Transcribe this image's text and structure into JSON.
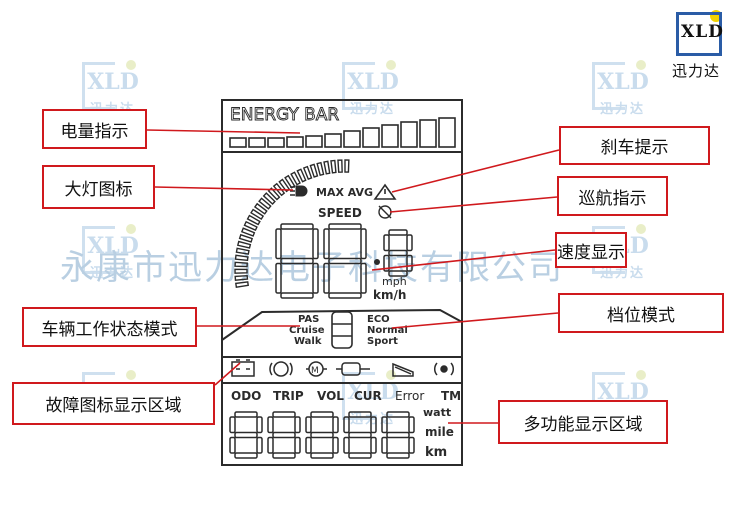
{
  "logo": {
    "mark": "XLD",
    "name_cn": "迅力达"
  },
  "watermark": {
    "mark": "XLD",
    "name_cn": "迅力达",
    "company": "永康市迅力达电子科技有限公司"
  },
  "labels": {
    "energy_bar": "电量指示",
    "headlight_icon": "大灯图标",
    "brake_hint": "刹车提示",
    "cruise_indicator": "巡航指示",
    "speed_display": "速度显示",
    "vehicle_status_mode": "车辆工作状态模式",
    "gear_mode": "档位模式",
    "fault_icon_area": "故障图标显示区域",
    "multi_function_area": "多功能显示区域"
  },
  "lcd": {
    "energy_bar_title": "ENERGY BAR",
    "max_avg": "MAX AVG",
    "speed": "SPEED",
    "unit_mph": "mph",
    "unit_kmh": "km/h",
    "mode_pas": "PAS",
    "mode_cruise": "Cruise",
    "mode_walk": "Walk",
    "gear_eco": "ECO",
    "gear_normal": "Normal",
    "gear_sport": "Sport",
    "mf_odo": "ODO",
    "mf_trip": "TRIP",
    "mf_vol": "VOL",
    "mf_cur": "CUR",
    "mf_error": "Error",
    "mf_tm": "TM",
    "unit_watt": "watt",
    "unit_mile": "mile",
    "unit_km": "km"
  },
  "colors": {
    "callout_border": "#d0191d",
    "lcd_ink": "#2b2b2b",
    "watermark": "#c9dced"
  }
}
